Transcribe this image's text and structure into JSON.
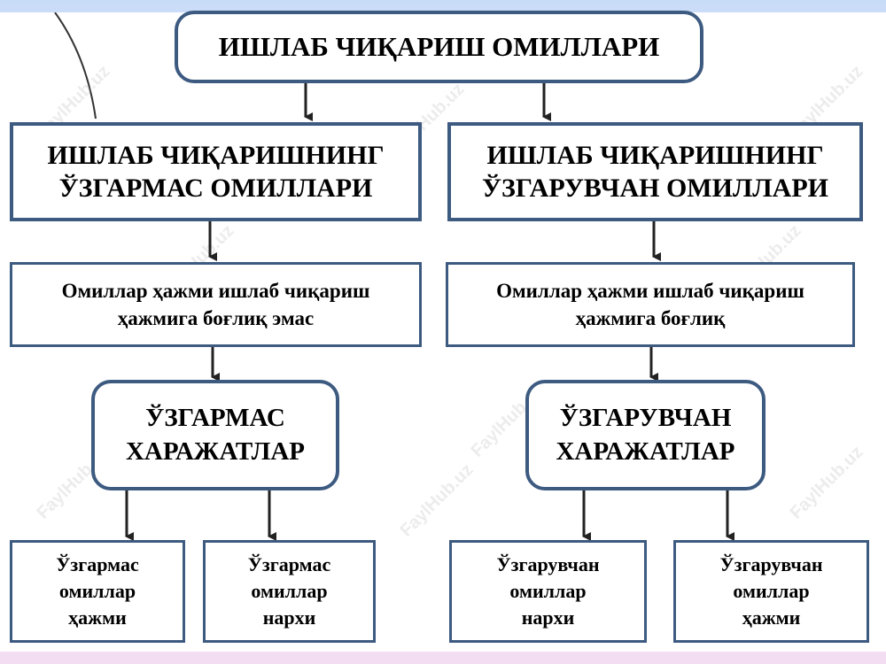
{
  "diagram": {
    "title": "ИШЛАБ ЧИҚАРИШ ОМИЛЛАРИ",
    "left": {
      "heading": "ИШЛАБ  ЧИҚАРИШНИНГ\nЎЗГАРМАС  ОМИЛЛАРИ",
      "description": "Омиллар ҳажми ишлаб чиқариш\nҳажмига боғлиқ эмас",
      "costs": "ЎЗГАРМАС\nХАРАЖАТЛАР",
      "leaf_a": "Ўзгармас\nомиллар\nҳажми",
      "leaf_b": "Ўзгармас\nомиллар\nнархи"
    },
    "right": {
      "heading": "ИШЛАБ  ЧИҚАРИШНИНГ\nЎЗГАРУВЧАН  ОМИЛЛАРИ",
      "description": "Омиллар ҳажми ишлаб чиқариш\nҳажмига боғлиқ",
      "costs": "ЎЗГАРУВЧАН\nХАРАЖАТЛАР",
      "leaf_a": "Ўзгарувчан\nомиллар\nнархи",
      "leaf_b": "Ўзгарувчан\nомиллар\nҳажми"
    }
  },
  "watermark": "FaylHub.uz",
  "colors": {
    "border": "#3d5a80",
    "arrow": "#222222",
    "text": "#000000"
  }
}
